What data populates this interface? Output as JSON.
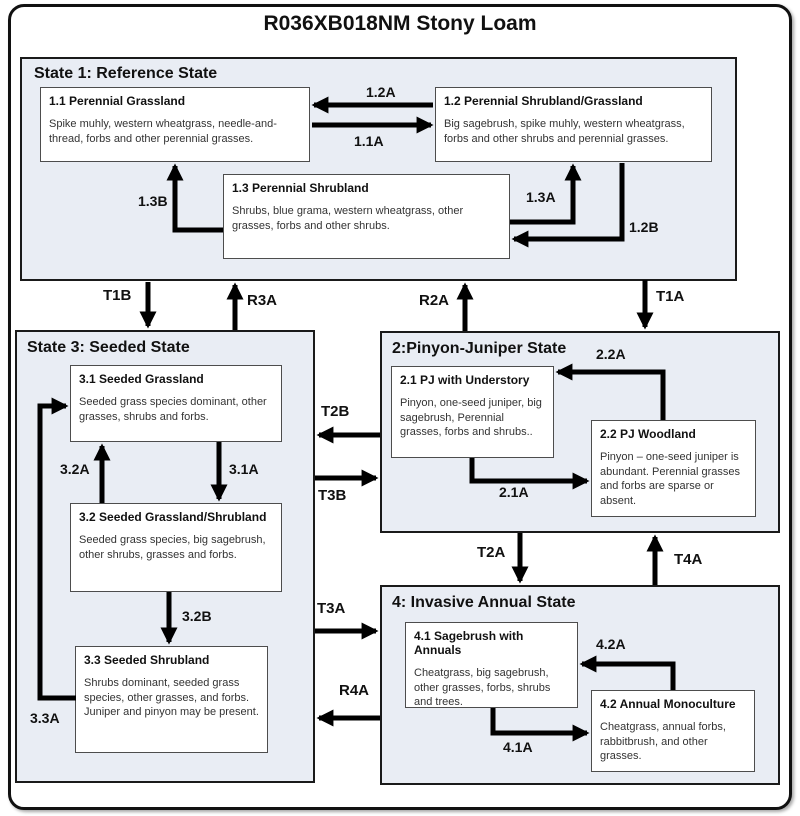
{
  "title": "R036XB018NM Stony Loam",
  "states": {
    "s1": {
      "label": "State 1: Reference State",
      "communities": [
        {
          "title": "1.1 Perennial Grassland",
          "desc": "Spike muhly, western wheatgrass, needle-and-thread, forbs and other perennial grasses."
        },
        {
          "title": "1.2 Perennial Shrubland/Grassland",
          "desc": "Big sagebrush, spike muhly, western wheatgrass, forbs and other  shrubs and perennial grasses."
        },
        {
          "title": "1.3 Perennial Shrubland",
          "desc": "Shrubs, blue grama, western wheatgrass,  other grasses, forbs and other shrubs."
        }
      ]
    },
    "s3": {
      "label": "State 3: Seeded State",
      "communities": [
        {
          "title": "3.1 Seeded Grassland",
          "desc": "Seeded grass species dominant, other grasses, shrubs and forbs."
        },
        {
          "title": "3.2 Seeded Grassland/Shrubland",
          "desc": "Seeded grass species, big sagebrush, other shrubs, grasses and forbs."
        },
        {
          "title": "3.3 Seeded Shrubland",
          "desc": "Shrubs dominant, seeded grass species, other grasses, and forbs. Juniper and pinyon may be present."
        }
      ]
    },
    "s2": {
      "label": "2:Pinyon-Juniper State",
      "communities": [
        {
          "title": "2.1 PJ with Understory",
          "desc": "Pinyon, one-seed juniper, big sagebrush,   Perennial grasses, forbs and shrubs.."
        },
        {
          "title": "2.2 PJ Woodland",
          "desc": "Pinyon – one-seed juniper is abundant.  Perennial grasses and forbs are sparse or absent."
        }
      ]
    },
    "s4": {
      "label": "4: Invasive Annual State",
      "communities": [
        {
          "title": "4.1 Sagebrush with Annuals",
          "desc": "Cheatgrass, big sagebrush, other grasses, forbs, shrubs and trees."
        },
        {
          "title": "4.2 Annual Monoculture",
          "desc": "Cheatgrass, annual forbs, rabbitbrush,  and other grasses."
        }
      ]
    }
  },
  "pathway_labels": {
    "p12A": "1.2A",
    "p11A": "1.1A",
    "p13B": "1.3B",
    "p13A": "1.3A",
    "p12B": "1.2B",
    "p32A": "3.2A",
    "p31A": "3.1A",
    "p32B": "3.2B",
    "p33A": "3.3A",
    "p22A": "2.2A",
    "p21A": "2.1A",
    "p42A": "4.2A",
    "p41A": "4.1A"
  },
  "transition_labels": {
    "T1B": "T1B",
    "R3A": "R3A",
    "R2A": "R2A",
    "T1A": "T1A",
    "T2B": "T2B",
    "T3B": "T3B",
    "T2A": "T2A",
    "T4A": "T4A",
    "T3A": "T3A",
    "R4A": "R4A"
  },
  "colors": {
    "state_fill": "#e9edf4",
    "box_border": "#1a1a1a",
    "arrow": "#000000"
  }
}
